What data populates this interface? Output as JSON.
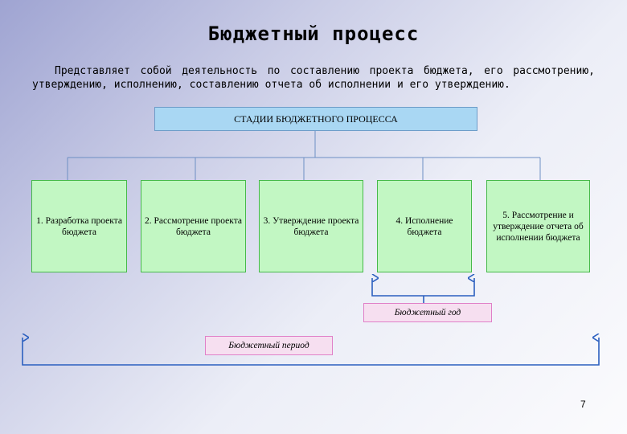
{
  "title": "Бюджетный процесс",
  "description": "Представляет собой деятельность по составлению проекта бюджета, его рассмотрению, утверждению, исполнению, составлению отчета об исполнении и его утверждению.",
  "diagram": {
    "header": "СТАДИИ БЮДЖЕТНОГО ПРОЦЕССА",
    "stages": [
      {
        "label": "1. Разработка проекта бюджета"
      },
      {
        "label": "2. Рассмотрение проекта бюджета"
      },
      {
        "label": "3. Утверждение проекта бюджета"
      },
      {
        "label": "4. Исполнение бюджета"
      },
      {
        "label": "5. Рассмотрение и утверждение отчета об исполнении бюджета"
      }
    ],
    "budget_year": "Бюджетный год",
    "budget_period": "Бюджетный период"
  },
  "colors": {
    "stage_fill": "#c2f7c3",
    "stage_border": "#46b94a",
    "header_fill": "#a9d7f3",
    "label_fill": "#f6dff0",
    "connector": "#2b5fbf"
  },
  "page_number": "7"
}
